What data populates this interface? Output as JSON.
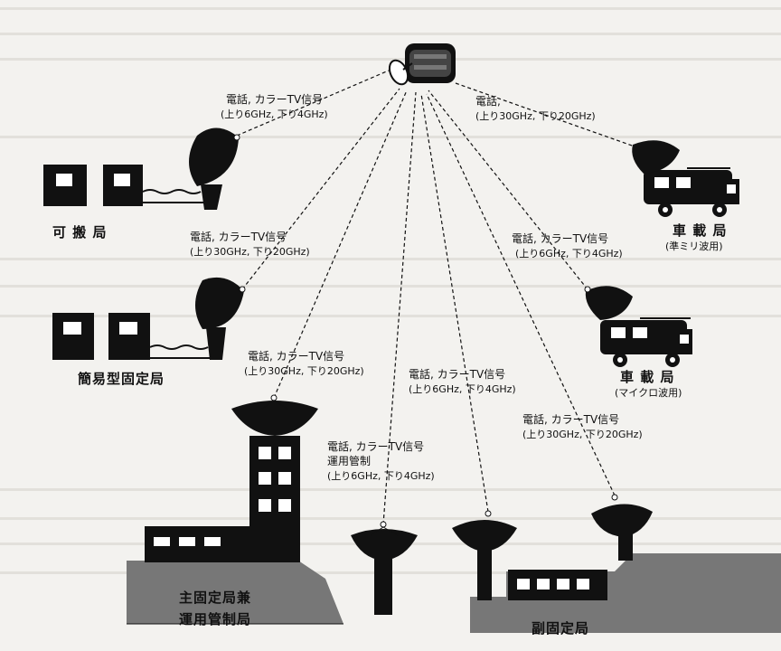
{
  "signal": {
    "phone_color_tv": "電話, カラーTV信号",
    "phone_only": "電話,",
    "phone_color_tv_ops": "電話, カラーTV信号",
    "ops_control": "運用管制",
    "band_6_4": "(上り6GHz, 下り4GHz)",
    "band_30_20": "(上り30GHz, 下り20GHz)"
  },
  "stations": {
    "portable": "可 搬 局",
    "simple_fixed": "簡易型固定局",
    "vehicle_mm": "車 載 局",
    "vehicle_mm_sub": "(準ミリ波用)",
    "vehicle_micro": "車 載 局",
    "vehicle_micro_sub": "(マイクロ波用)",
    "main_fixed_line1": "主固定局兼",
    "main_fixed_line2": "運用管制局",
    "sub_fixed": "副固定局"
  },
  "colors": {
    "ink": "#111111",
    "paper": "#f3f2ef"
  }
}
